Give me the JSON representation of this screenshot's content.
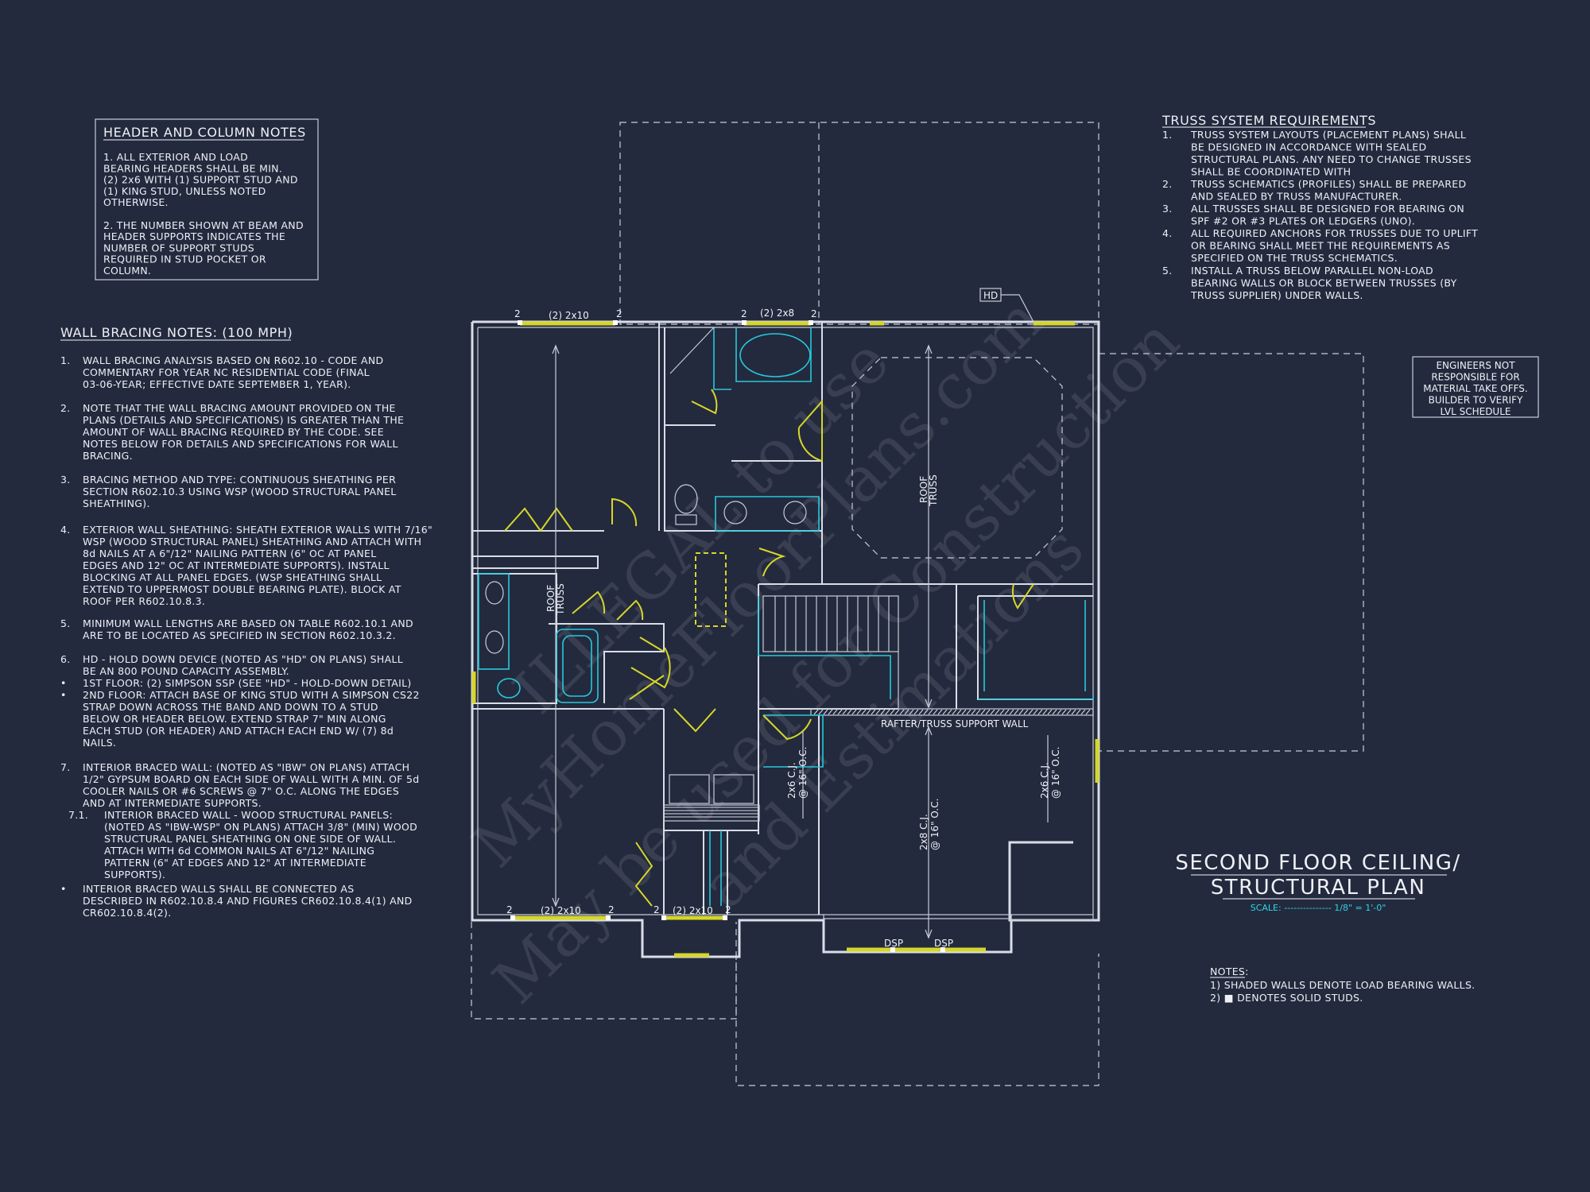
{
  "header_notes": {
    "title": "HEADER AND COLUMN NOTES",
    "lines": [
      "1. ALL EXTERIOR AND LOAD",
      "BEARING HEADERS SHALL BE MIN.",
      "(2) 2x6 WITH (1) SUPPORT STUD AND",
      "(1) KING STUD, UNLESS NOTED",
      "OTHERWISE.",
      "",
      "2. THE NUMBER SHOWN AT BEAM AND",
      "HEADER SUPPORTS INDICATES THE",
      "NUMBER OF SUPPORT STUDS",
      "REQUIRED IN STUD POCKET OR",
      "COLUMN."
    ]
  },
  "wall_bracing": {
    "title": "WALL BRACING NOTES: (100 MPH)",
    "items": [
      {
        "num": "1.",
        "lines": [
          "WALL BRACING ANALYSIS BASED ON R602.10 - CODE AND",
          "COMMENTARY FOR YEAR NC RESIDENTIAL CODE (FINAL",
          "03-06-YEAR; EFFECTIVE DATE SEPTEMBER 1, YEAR)."
        ]
      },
      {
        "num": "2.",
        "lines": [
          "NOTE THAT THE WALL BRACING AMOUNT PROVIDED ON THE",
          "PLANS (DETAILS AND SPECIFICATIONS) IS GREATER THAN THE",
          "AMOUNT OF WALL BRACING REQUIRED BY THE CODE. SEE",
          "NOTES BELOW FOR DETAILS AND SPECIFICATIONS FOR WALL",
          "BRACING."
        ]
      },
      {
        "num": "3.",
        "lines": [
          "BRACING METHOD AND TYPE: CONTINUOUS SHEATHING PER",
          "SECTION R602.10.3 USING WSP (WOOD STRUCTURAL PANEL",
          "SHEATHING)."
        ]
      },
      {
        "num": "4.",
        "lines": [
          "EXTERIOR WALL SHEATHING: SHEATH EXTERIOR WALLS WITH 7/16\"",
          "WSP (WOOD STRUCTURAL PANEL) SHEATHING AND ATTACH WITH",
          "8d NAILS AT A 6\"/12\" NAILING PATTERN (6\" OC AT PANEL",
          "EDGES AND 12\" OC AT INTERMEDIATE SUPPORTS). INSTALL",
          "BLOCKING AT ALL PANEL EDGES. (WSP SHEATHING SHALL",
          "EXTEND TO UPPERMOST DOUBLE BEARING PLATE). BLOCK AT",
          "ROOF PER R602.10.8.3."
        ]
      },
      {
        "num": "5.",
        "lines": [
          "MINIMUM WALL LENGTHS ARE BASED ON TABLE R602.10.1 AND",
          "ARE TO BE LOCATED AS SPECIFIED IN SECTION R602.10.3.2."
        ]
      },
      {
        "num": "6.",
        "lines": [
          "HD - HOLD DOWN DEVICE (NOTED AS \"HD\" ON PLANS) SHALL",
          "BE AN 800 POUND CAPACITY ASSEMBLY."
        ]
      },
      {
        "num": "•",
        "lines": [
          "1ST FLOOR: (2) SIMPSON SSP (SEE \"HD\" - HOLD-DOWN DETAIL)"
        ]
      },
      {
        "num": "•",
        "lines": [
          "2ND FLOOR: ATTACH BASE OF KING STUD WITH A SIMPSON CS22",
          "STRAP DOWN ACROSS THE BAND AND DOWN TO A STUD",
          "BELOW OR HEADER BELOW.  EXTEND STRAP 7\" MIN ALONG",
          "EACH STUD (OR HEADER) AND ATTACH EACH END W/ (7) 8d",
          "NAILS."
        ]
      },
      {
        "num": "7.",
        "lines": [
          "INTERIOR BRACED WALL: (NOTED AS \"IBW\" ON PLANS) ATTACH",
          "1/2\" GYPSUM BOARD ON EACH SIDE OF WALL WITH A MIN. OF 5d",
          "COOLER NAILS OR #6 SCREWS @ 7\" O.C. ALONG THE EDGES",
          "AND AT INTERMEDIATE SUPPORTS."
        ]
      },
      {
        "num": "7.1.",
        "lines": [
          "INTERIOR BRACED WALL - WOOD STRUCTURAL PANELS:",
          "(NOTED AS \"IBW-WSP\" ON PLANS) ATTACH 3/8\" (MIN) WOOD",
          "STRUCTURAL PANEL SHEATHING ON ONE SIDE OF WALL.",
          "ATTACH WITH 6d COMMON NAILS AT 6\"/12\" NAILING",
          "PATTERN (6\" AT EDGES AND 12\" AT INTERMEDIATE",
          "SUPPORTS)."
        ]
      },
      {
        "num": "•",
        "lines": [
          "INTERIOR BRACED WALLS SHALL BE CONNECTED AS",
          "DESCRIBED IN R602.10.8.4 AND FIGURES CR602.10.8.4(1) AND",
          "CR602.10.8.4(2)."
        ]
      }
    ]
  },
  "truss": {
    "title": "TRUSS SYSTEM REQUIREMENTS",
    "items": [
      {
        "num": "1.",
        "lines": [
          "TRUSS SYSTEM LAYOUTS (PLACEMENT PLANS) SHALL",
          "BE DESIGNED IN ACCORDANCE WITH SEALED",
          "STRUCTURAL PLANS. ANY NEED TO CHANGE TRUSSES",
          "SHALL BE COORDINATED WITH"
        ]
      },
      {
        "num": "2.",
        "lines": [
          "TRUSS SCHEMATICS (PROFILES) SHALL BE PREPARED",
          "AND SEALED BY TRUSS MANUFACTURER."
        ]
      },
      {
        "num": "3.",
        "lines": [
          "ALL TRUSSES SHALL BE DESIGNED FOR BEARING ON",
          "SPF #2 OR #3 PLATES OR LEDGERS (UNO)."
        ]
      },
      {
        "num": "4.",
        "lines": [
          "ALL REQUIRED ANCHORS FOR TRUSSES DUE TO UPLIFT",
          "OR BEARING SHALL MEET THE REQUIREMENTS AS",
          "SPECIFIED ON THE TRUSS SCHEMATICS."
        ]
      },
      {
        "num": "5.",
        "lines": [
          "INSTALL A TRUSS BELOW PARALLEL NON-LOAD",
          "BEARING WALLS OR BLOCK BETWEEN TRUSSES (BY",
          "TRUSS SUPPLIER) UNDER WALLS."
        ]
      }
    ]
  },
  "engineers_note": [
    "ENGINEERS NOT",
    "RESPONSIBLE FOR",
    "MATERIAL TAKE OFFS.",
    "BUILDER TO VERIFY",
    "LVL SCHEDULE"
  ],
  "plan_title": {
    "line1": "SECOND FLOOR CEILING/",
    "line2": "STRUCTURAL PLAN",
    "scale": "SCALE: --------------- 1/8\" = 1'-0\""
  },
  "bottom_notes": {
    "title": "NOTES:",
    "lines": [
      "1) SHADED WALLS DENOTE LOAD BEARING WALLS.",
      "2) ■ DENOTES SOLID STUDS."
    ]
  },
  "plan_labels": {
    "hd": "HD",
    "hdr_2x10_top": "(2) 2x10",
    "hdr_2x8_top": "(2) 2x8",
    "hdr_2x10_bot_a": "(2) 2x10",
    "hdr_2x10_bot_b": "(2) 2x10",
    "stud_count": "2",
    "roof_truss": [
      "ROOF",
      "TRUSS"
    ],
    "rafter_wall": "RAFTER/TRUSS SUPPORT WALL",
    "cj_2x6": [
      "2x6 C.J.",
      "@ 16\" O.C."
    ],
    "cj_2x8": [
      "2x8 C.J.",
      "@ 16\" O.C."
    ],
    "dsp": "DSP"
  },
  "watermark": [
    "ILLEGAL to use",
    "MyHomeFloorPlans.com",
    "May be used for Construction",
    "and Estimations"
  ]
}
